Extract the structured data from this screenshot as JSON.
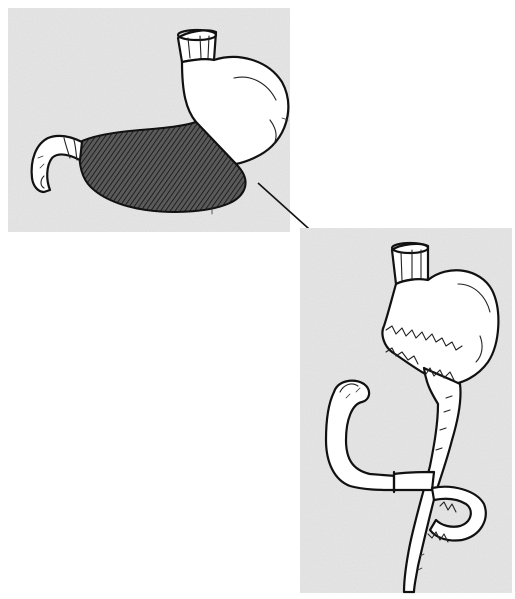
{
  "figure": {
    "panels": [
      {
        "id": "before",
        "subject": "stomach-with-shaded-distal-resection"
      },
      {
        "id": "after",
        "subject": "gastric-pouch-with-jejunal-reconstruction"
      }
    ],
    "colors": {
      "ink": "#111111",
      "paper": "#ffffff",
      "scan_background": "#e6e6e6",
      "shading": "#3a3a3a"
    },
    "icons": [
      "arrow-icon"
    ]
  }
}
